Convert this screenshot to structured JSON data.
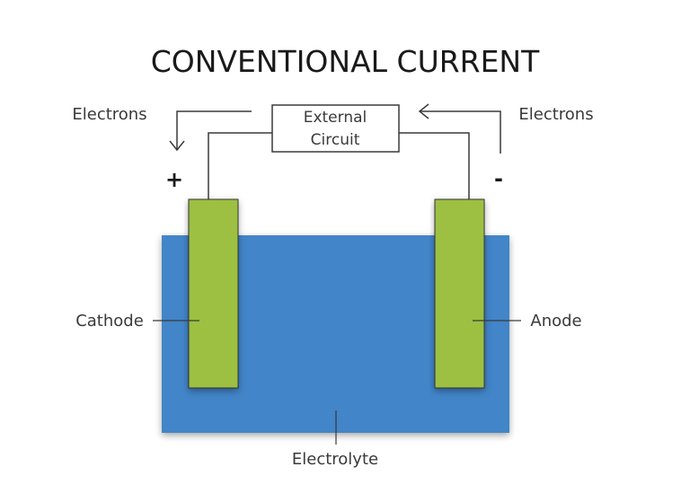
{
  "title": "CONVENTIONAL CURRENT",
  "labels": {
    "electrons_left": "Electrons",
    "electrons_right": "Electrons",
    "external_line1": "External",
    "external_line2": "Circuit",
    "plus": "+",
    "minus": "-",
    "cathode": "Cathode",
    "anode": "Anode",
    "electrolyte": "Electrolyte"
  },
  "colors": {
    "electrolyte": "#4285c8",
    "electrode": "#9dc043",
    "wire": "#3a3a3a",
    "text": "#3a3a3a"
  }
}
